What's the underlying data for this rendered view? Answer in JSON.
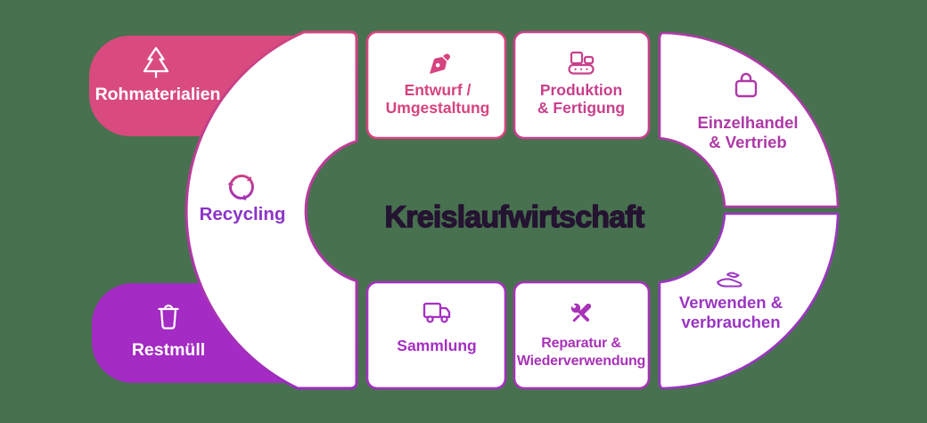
{
  "title": "Kreislaufwirtschaft",
  "colors": {
    "background": "#48714F",
    "white": "#FFFFFF",
    "title": "#241331",
    "c_stroke_top": "#D0447F",
    "c_stroke_bottom": "#9C2EC0"
  },
  "blocks": {
    "raw_materials": {
      "label": "Rohmaterialien",
      "color": "#D94A7E",
      "icon": "tree-icon",
      "text_color": "#FFFFFF"
    },
    "residual_waste": {
      "label": "Restmüll",
      "color": "#A42BC4",
      "icon": "trash-icon",
      "text_color": "#FFFFFF"
    }
  },
  "loop": {
    "recycling": {
      "label": "Recycling",
      "color": "#8C34C8",
      "icon": "recycle-arrows-icon"
    },
    "stages": [
      {
        "id": "entwurf",
        "line1": "Entwurf /",
        "line2": "Umgestaltung",
        "color": "#D6437E",
        "icon": "pen-nib-icon"
      },
      {
        "id": "produktion",
        "line1": "Produktion",
        "line2": "& Fertigung",
        "color": "#C8408B",
        "icon": "conveyor-icon"
      },
      {
        "id": "einzelhandel",
        "line1": "Einzelhandel",
        "line2": "& Vertrieb",
        "color": "#AE39A8",
        "icon": "shopping-bag-icon"
      },
      {
        "id": "verwenden",
        "line1": "Verwenden &",
        "line2": "verbrauchen",
        "color": "#9B35C2",
        "icon": "hand-icon"
      },
      {
        "id": "reparatur",
        "line1": "Reparatur &",
        "line2": "Wiederverwendung",
        "color": "#A832B8",
        "icon": "tools-icon"
      },
      {
        "id": "sammlung",
        "line1": "Sammlung",
        "line2": "",
        "color": "#A52FC2",
        "icon": "truck-icon"
      }
    ]
  }
}
